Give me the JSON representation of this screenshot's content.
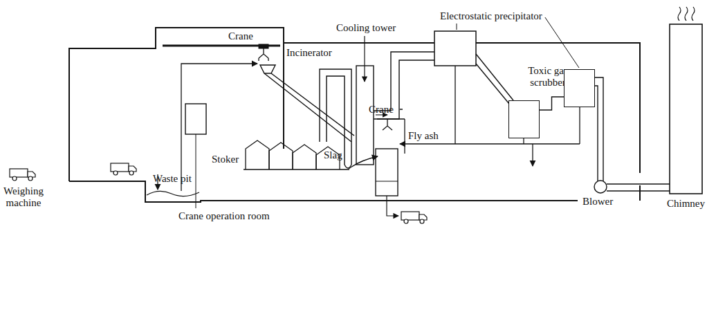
{
  "diagram": {
    "nodes": [
      {
        "text": [
          "Toxic gas scrubber"
        ]
      },
      {
        "text": [
          "Electrostatic precipitator"
        ]
      }
    ],
    "edges": [
      {
        "from": 0,
        "to": 1,
        "arrow": "none"
      }
    ],
    "labels": [
      "Crane",
      "Incinerator",
      "Cooling tower",
      "Stoker",
      "Slag",
      "Crane",
      "Fly ash",
      "Waste pit",
      "Crane operation room",
      "Blower",
      "Chimney",
      "Weighing machine"
    ]
  }
}
